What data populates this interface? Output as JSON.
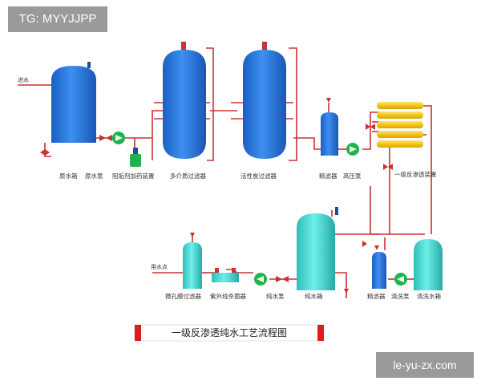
{
  "watermarks": {
    "top_left": "TG: MYYJJPP",
    "bottom_right": "le-yu-zx.com"
  },
  "diagram": {
    "title": "一级反渗透纯水工艺流程图",
    "inlet_label": "进水",
    "outlet_label": "用水点",
    "equipment": {
      "raw_tank": "原水箱",
      "raw_pump": "原水泵",
      "dosing": "阻垢剂加药装置",
      "multimedia_filter": "多介质过滤器",
      "carbon_filter": "活性炭过滤器",
      "precision_filter": "精滤器",
      "hp_pump": "高压泵",
      "ro_unit": "一级反渗透装置",
      "pure_tank": "纯水箱",
      "pure_pump": "纯水泵",
      "uv_sterilizer": "紫外线杀菌器",
      "micro_filter": "微孔膜过滤器",
      "fine_filter": "精滤器",
      "clean_pump": "清洗泵",
      "clean_tank": "清洗水箱"
    },
    "colors": {
      "pipe": "#c83232",
      "tank_blue": "#2c7be0",
      "tank_cyan": "#4fd6d0",
      "pump_green": "#22b14c",
      "ro_yellow": "#f5c518",
      "title_red": "#e01b1b"
    }
  }
}
